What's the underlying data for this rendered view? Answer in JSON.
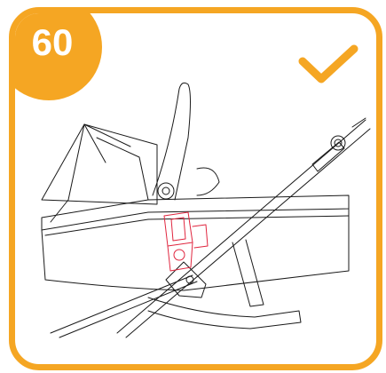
{
  "step": {
    "number": "60"
  },
  "status": {
    "icon": "checkmark-icon",
    "meaning": "correct"
  },
  "illustration": {
    "subject": "stroller-carrycot-attachment-line-drawing"
  },
  "colors": {
    "accent": "#F5A623",
    "line": "#1a1a1a",
    "highlight": "#E0263F",
    "background": "#ffffff"
  }
}
